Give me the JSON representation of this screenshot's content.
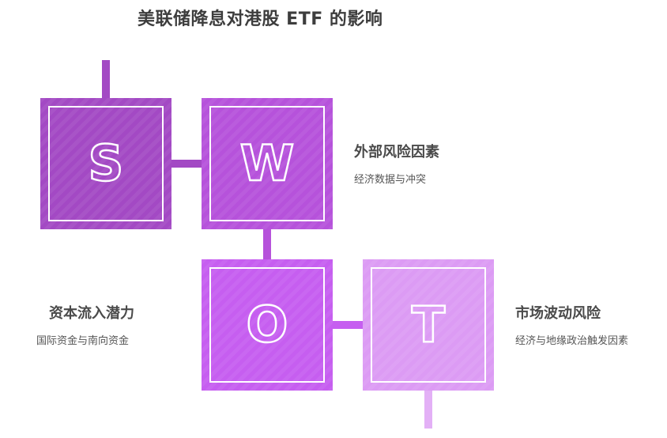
{
  "title": "美联储降息对港股 ETF 的影响",
  "colors": {
    "s": "#a349c4",
    "w": "#b652db",
    "o": "#c65ef0",
    "t": "#dc9bf4",
    "t_connector": "#e3b0f6"
  },
  "quadrants": [
    {
      "id": "s",
      "letter": "S",
      "label": "资本流入潜力",
      "description": "国际资金与南向资金"
    },
    {
      "id": "w",
      "letter": "W",
      "label": "外部风险因素",
      "description": "经济数据与冲突"
    },
    {
      "id": "o",
      "letter": "O",
      "label": "",
      "description": ""
    },
    {
      "id": "t",
      "letter": "T",
      "label": "市场波动风险",
      "description": "经济与地缘政治触发因素"
    }
  ]
}
